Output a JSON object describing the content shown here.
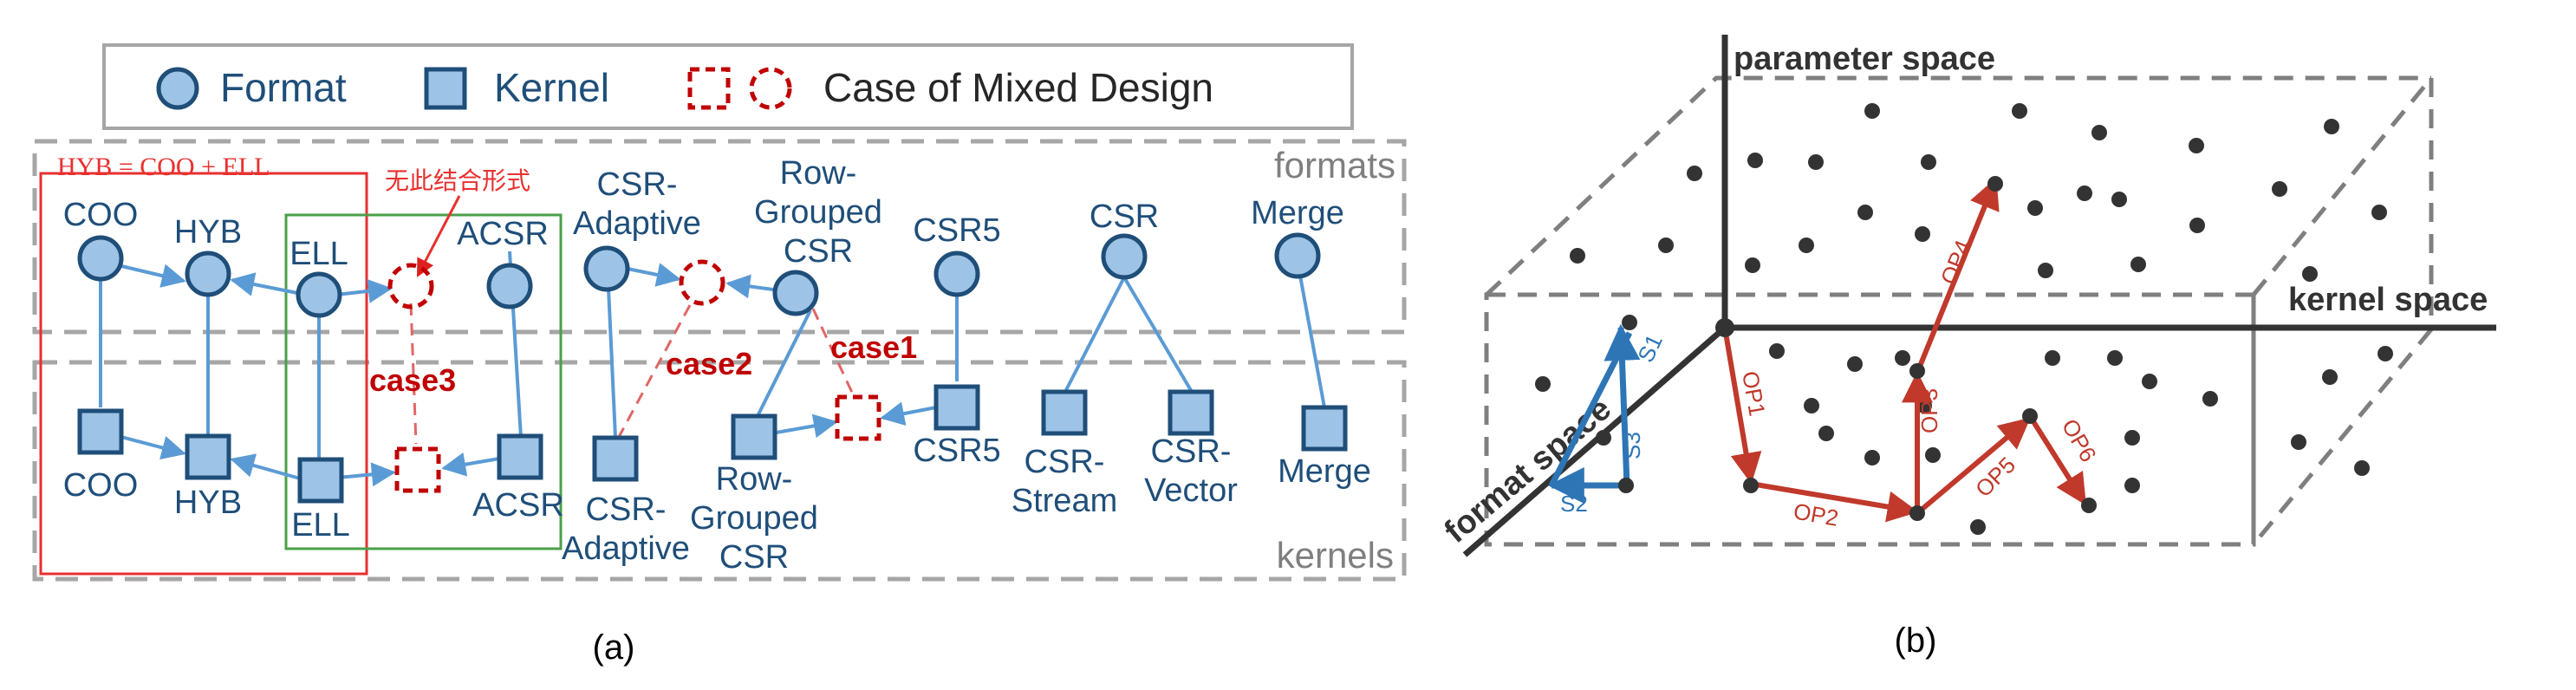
{
  "panel_a": {
    "caption": "(a)",
    "legend": {
      "format_label": "Format",
      "kernel_label": "Kernel",
      "mixed_label": "Case of Mixed Design"
    },
    "region_formats": "formats",
    "region_kernels": "kernels",
    "hyb_box_label": "HYB = COO + ELL",
    "chinese_note": "无此结合形式",
    "cases": {
      "case1": "case1",
      "case2": "case2",
      "case3": "case3"
    },
    "formats": {
      "coo": "COO",
      "hyb": "HYB",
      "ell": "ELL",
      "acsr": "ACSR",
      "csr_adaptive": [
        "CSR-",
        "Adaptive"
      ],
      "row_grouped": [
        "Row-",
        "Grouped",
        "CSR"
      ],
      "csr5": "CSR5",
      "csr": "CSR",
      "merge": "Merge"
    },
    "kernels": {
      "coo": "COO",
      "hyb": "HYB",
      "ell": "ELL",
      "acsr": "ACSR",
      "csr_adaptive": [
        "CSR-",
        "Adaptive"
      ],
      "row_grouped": [
        "Row-",
        "Grouped",
        "CSR"
      ],
      "csr5": "CSR5",
      "csr_stream": [
        "CSR-",
        "Stream"
      ],
      "csr_vector": [
        "CSR-",
        "Vector"
      ],
      "merge": "Merge"
    },
    "colors": {
      "blue": "#1f4e79",
      "fill": "#9dc3e6",
      "red": "#c00000",
      "green": "#4aa04a",
      "gray": "#999999"
    }
  },
  "panel_b": {
    "caption": "(b)",
    "axes": {
      "parameter": "parameter space",
      "kernel": "kernel space",
      "format": "format space"
    },
    "steps_blue": [
      "S1",
      "S2",
      "S3"
    ],
    "steps_red": [
      "OP1",
      "OP2",
      "OP3",
      "OP4",
      "OP5",
      "OP6"
    ],
    "colors": {
      "axis": "#333333",
      "blue": "#2e75b6",
      "red": "#c0392b",
      "dot": "#333333"
    }
  }
}
